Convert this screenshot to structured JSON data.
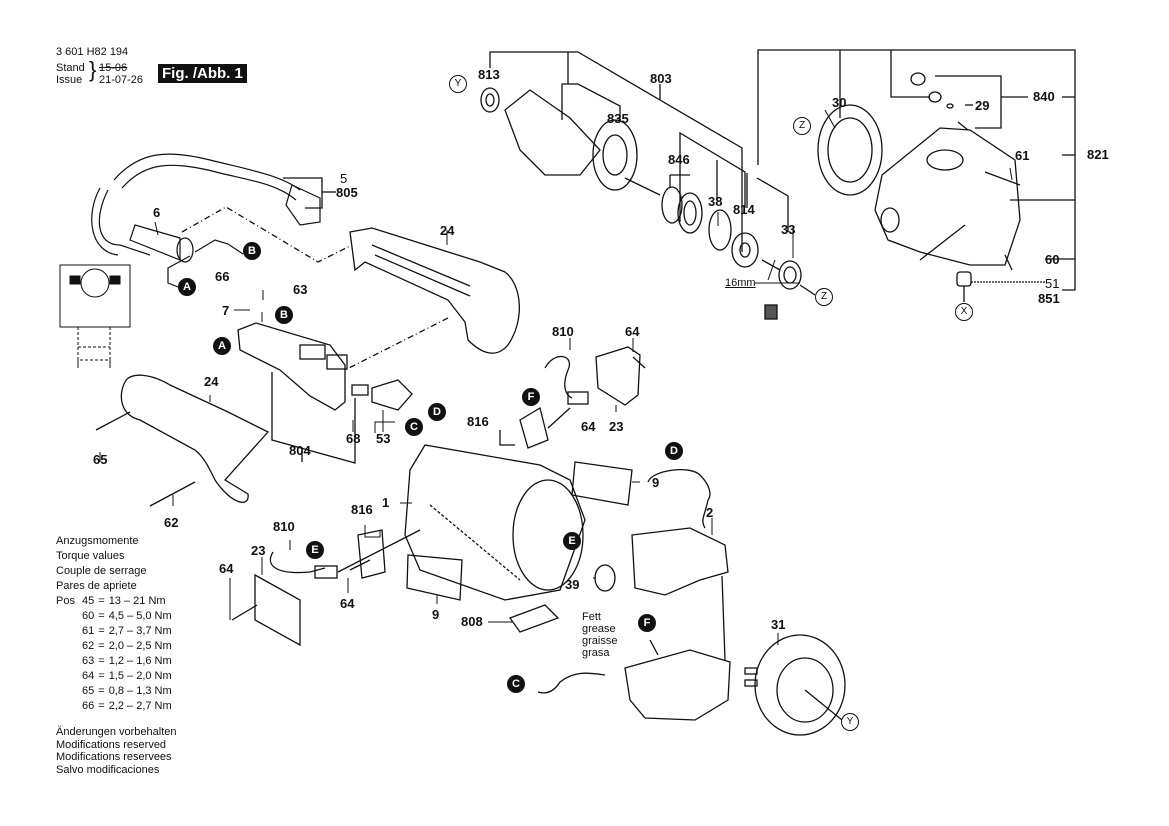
{
  "header": {
    "part_number": "3 601 H82 194",
    "stand_label": "Stand",
    "issue_label": "Issue",
    "old_date": "15-06",
    "issue_date": "21-07-26",
    "figure": "Fig. /Abb. 1"
  },
  "labels": {
    "p813": "813",
    "p803": "803",
    "p835": "835",
    "p846": "846",
    "p38": "38",
    "p814": "814",
    "p33": "33",
    "p30": "30",
    "p840": "840",
    "p29": "29",
    "p61": "61",
    "p821": "821",
    "p60": "60",
    "p51": "51",
    "p851": "851",
    "p5": "5",
    "p805": "805",
    "p6": "6",
    "p24a": "24",
    "p66": "66",
    "p63": "63",
    "p7": "7",
    "p24b": "24",
    "p65": "65",
    "p62": "62",
    "p804": "804",
    "p68": "68",
    "p53": "53",
    "p810a": "810",
    "p64a": "64",
    "p816a": "816",
    "p64b": "64",
    "p23a": "23",
    "p9a": "9",
    "p2": "2",
    "p1": "1",
    "p816b": "816",
    "p810b": "810",
    "p23b": "23",
    "p64c": "64",
    "p64d": "64",
    "p9b": "9",
    "p808": "808",
    "p39": "39",
    "p31": "31",
    "dim16": "16mm"
  },
  "grease": [
    "Fett",
    "grease",
    "graisse",
    "grasa"
  ],
  "callouts": {
    "A": "A",
    "B": "B",
    "C": "C",
    "D": "D",
    "E": "E",
    "F": "F",
    "X": "X",
    "Y": "Y",
    "Z": "Z"
  },
  "torque": {
    "titles": [
      "Anzugsmomente",
      "Torque values",
      "Couple de serrage",
      "Pares de apriete"
    ],
    "pos_label": "Pos",
    "rows": [
      {
        "pos": "45",
        "eq": "=",
        "value": "13  – 21 Nm"
      },
      {
        "pos": "60",
        "eq": "=",
        "value": "4,5 – 5,0 Nm"
      },
      {
        "pos": "61",
        "eq": "=",
        "value": "2,7 – 3,7 Nm"
      },
      {
        "pos": "62",
        "eq": "=",
        "value": "2,0 – 2,5 Nm"
      },
      {
        "pos": "63",
        "eq": "=",
        "value": "1,2 – 1,6 Nm"
      },
      {
        "pos": "64",
        "eq": "=",
        "value": "1,5 – 2,0 Nm"
      },
      {
        "pos": "65",
        "eq": "=",
        "value": "0,8 – 1,3 Nm"
      },
      {
        "pos": "66",
        "eq": "=",
        "value": "2,2 – 2,7 Nm"
      }
    ]
  },
  "notes": [
    "Änderungen vorbehalten",
    "Modifications reserved",
    "Modifications reservees",
    "Salvo modificaciones"
  ]
}
